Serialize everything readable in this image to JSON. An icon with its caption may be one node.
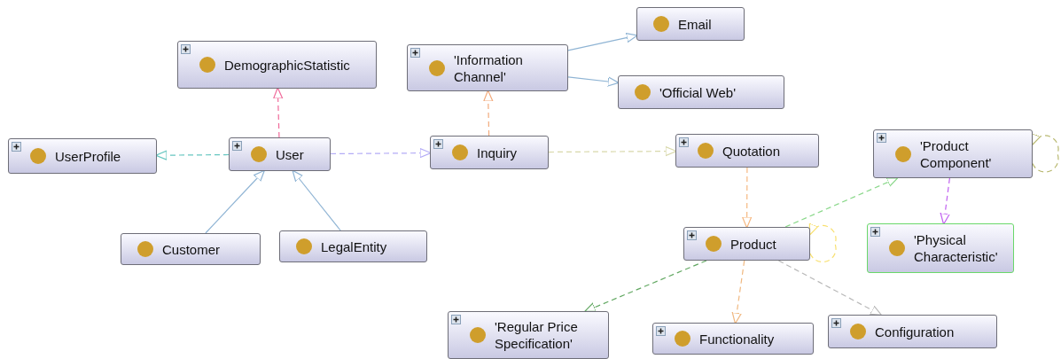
{
  "diagram": {
    "nodes": [
      {
        "text": [
          "DemographicStatistic"
        ]
      },
      {
        "text": [
          "'Information Channel'"
        ]
      },
      {
        "text": [
          "Email"
        ]
      },
      {
        "text": [
          "'Official Web'"
        ]
      },
      {
        "text": [
          "UserProfile"
        ]
      },
      {
        "text": [
          "User"
        ]
      },
      {
        "text": [
          "Inquiry"
        ]
      },
      {
        "text": [
          "Quotation"
        ]
      },
      {
        "text": [
          "'Product Component'"
        ]
      },
      {
        "text": [
          "Customer"
        ]
      },
      {
        "text": [
          "LegalEntity"
        ]
      },
      {
        "text": [
          "Product"
        ]
      },
      {
        "text": [
          "'Physical Characteristic'"
        ]
      },
      {
        "text": [
          "'Regular Price Specification'"
        ]
      },
      {
        "text": [
          "Functionality"
        ]
      },
      {
        "text": [
          "Configuration"
        ]
      }
    ],
    "edges": [
      {
        "from": 5,
        "to": 0,
        "arrow": "to",
        "style": "dashed",
        "color": "#f06a9a"
      },
      {
        "from": 5,
        "to": 4,
        "arrow": "to",
        "style": "dashed",
        "color": "#66c6c0"
      },
      {
        "from": 5,
        "to": 6,
        "arrow": "to",
        "style": "dashed",
        "color": "#b4acf6"
      },
      {
        "from": 9,
        "to": 5,
        "arrow": "to",
        "color": "#8fb4d4"
      },
      {
        "from": 10,
        "to": 5,
        "arrow": "to",
        "color": "#8fb4d4"
      },
      {
        "from": 6,
        "to": 1,
        "arrow": "to",
        "style": "dashed",
        "color": "#f2aa7c"
      },
      {
        "from": 1,
        "to": 2,
        "arrow": "to",
        "color": "#8fb4d4"
      },
      {
        "from": 1,
        "to": 3,
        "arrow": "to",
        "color": "#8fb4d4"
      },
      {
        "from": 6,
        "to": 7,
        "arrow": "to",
        "style": "dashed",
        "color": "#d8d8aa"
      },
      {
        "from": 7,
        "to": 11,
        "arrow": "to",
        "style": "dashed",
        "color": "#f6b880"
      },
      {
        "from": 11,
        "to": 8,
        "arrow": "to",
        "style": "dashed",
        "color": "#8ad88a"
      },
      {
        "from": 8,
        "to": 8,
        "arrow": "to",
        "style": "dashed",
        "color": "#b8b870"
      },
      {
        "from": 8,
        "to": 12,
        "arrow": "to",
        "style": "dashed",
        "color": "#c060f0"
      },
      {
        "from": 11,
        "to": 11,
        "arrow": "to",
        "style": "dashed",
        "color": "#f8e070"
      },
      {
        "from": 11,
        "to": 13,
        "arrow": "to",
        "style": "dashed",
        "color": "#62a862"
      },
      {
        "from": 11,
        "to": 14,
        "arrow": "to",
        "style": "dashed",
        "color": "#f0b880"
      },
      {
        "from": 11,
        "to": 15,
        "arrow": "to",
        "style": "dashed",
        "color": "#b8b8b8"
      }
    ]
  }
}
